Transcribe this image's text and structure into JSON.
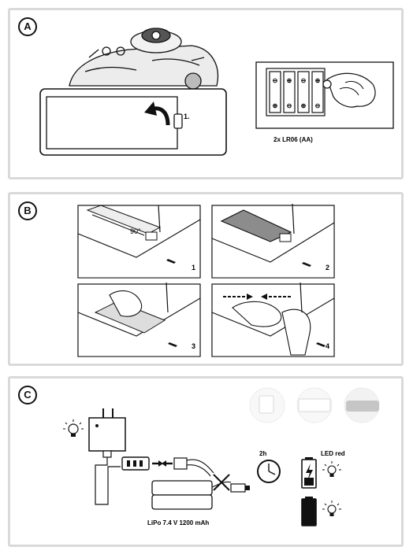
{
  "sections": {
    "a": {
      "badge": "A",
      "step_label": "1.",
      "battery_caption": "2x LR06 (AA)"
    },
    "b": {
      "badge": "B",
      "angle_label": "90°",
      "steps": [
        "1",
        "2",
        "3",
        "4"
      ]
    },
    "c": {
      "badge": "C",
      "time_label": "2h",
      "led_label": "LED red",
      "battery_label": "LiPo 7.4 V 1200 mAh"
    }
  },
  "colors": {
    "frame": "#d9d9d9",
    "line": "#111111",
    "gray_fill": "#8c8c8c",
    "light_fill": "#e8e8e8"
  },
  "icons": [
    "light-bulb-icon",
    "clock-icon",
    "battery-charging-icon",
    "battery-full-icon",
    "arrow-icon",
    "no-connect-cross-icon"
  ]
}
